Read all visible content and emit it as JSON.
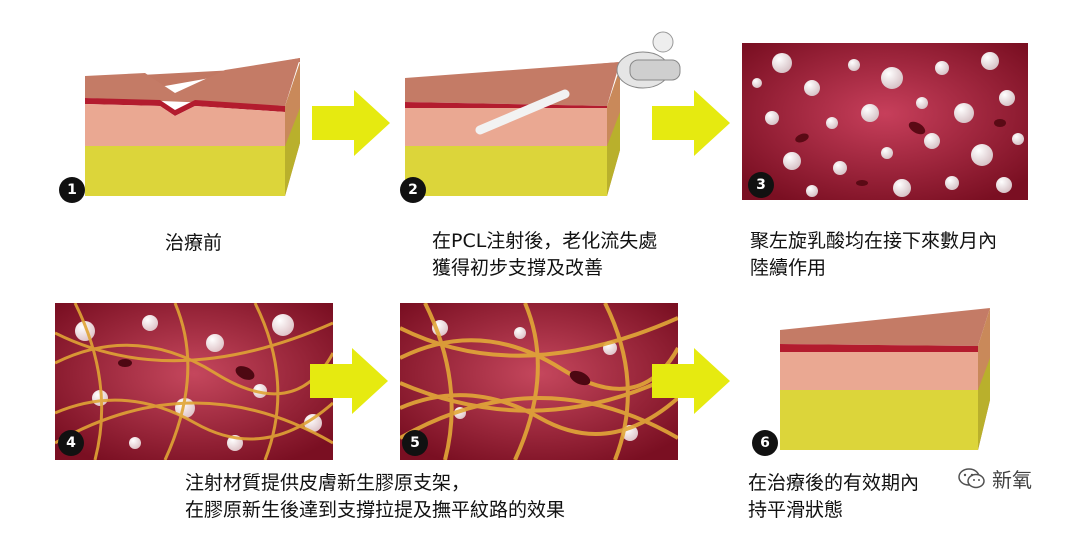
{
  "steps": [
    {
      "number": "1",
      "caption": [
        "治療前"
      ]
    },
    {
      "number": "2",
      "caption": [
        "在PCL注射後，老化流失處",
        "獲得初步支撐及改善"
      ]
    },
    {
      "number": "3",
      "caption": [
        "聚左旋乳酸均在接下來數月內",
        "陸續作用"
      ]
    },
    {
      "number": "4",
      "caption": [
        "注射材質提供皮膚新生膠原支架，",
        "在膠原新生後達到支撐拉提及撫平紋路的效果"
      ]
    },
    {
      "number": "5",
      "caption": []
    },
    {
      "number": "6",
      "caption": [
        "在治療後的有效期內",
        "持平滑狀態"
      ]
    }
  ],
  "watermark": {
    "text": "新氧"
  },
  "colors": {
    "arrow": "#e6ea10",
    "skinTop": "#b86a58",
    "dermis": "#e9ab93",
    "fat": "#ddd63a",
    "tissueBg": "#b8203c"
  }
}
